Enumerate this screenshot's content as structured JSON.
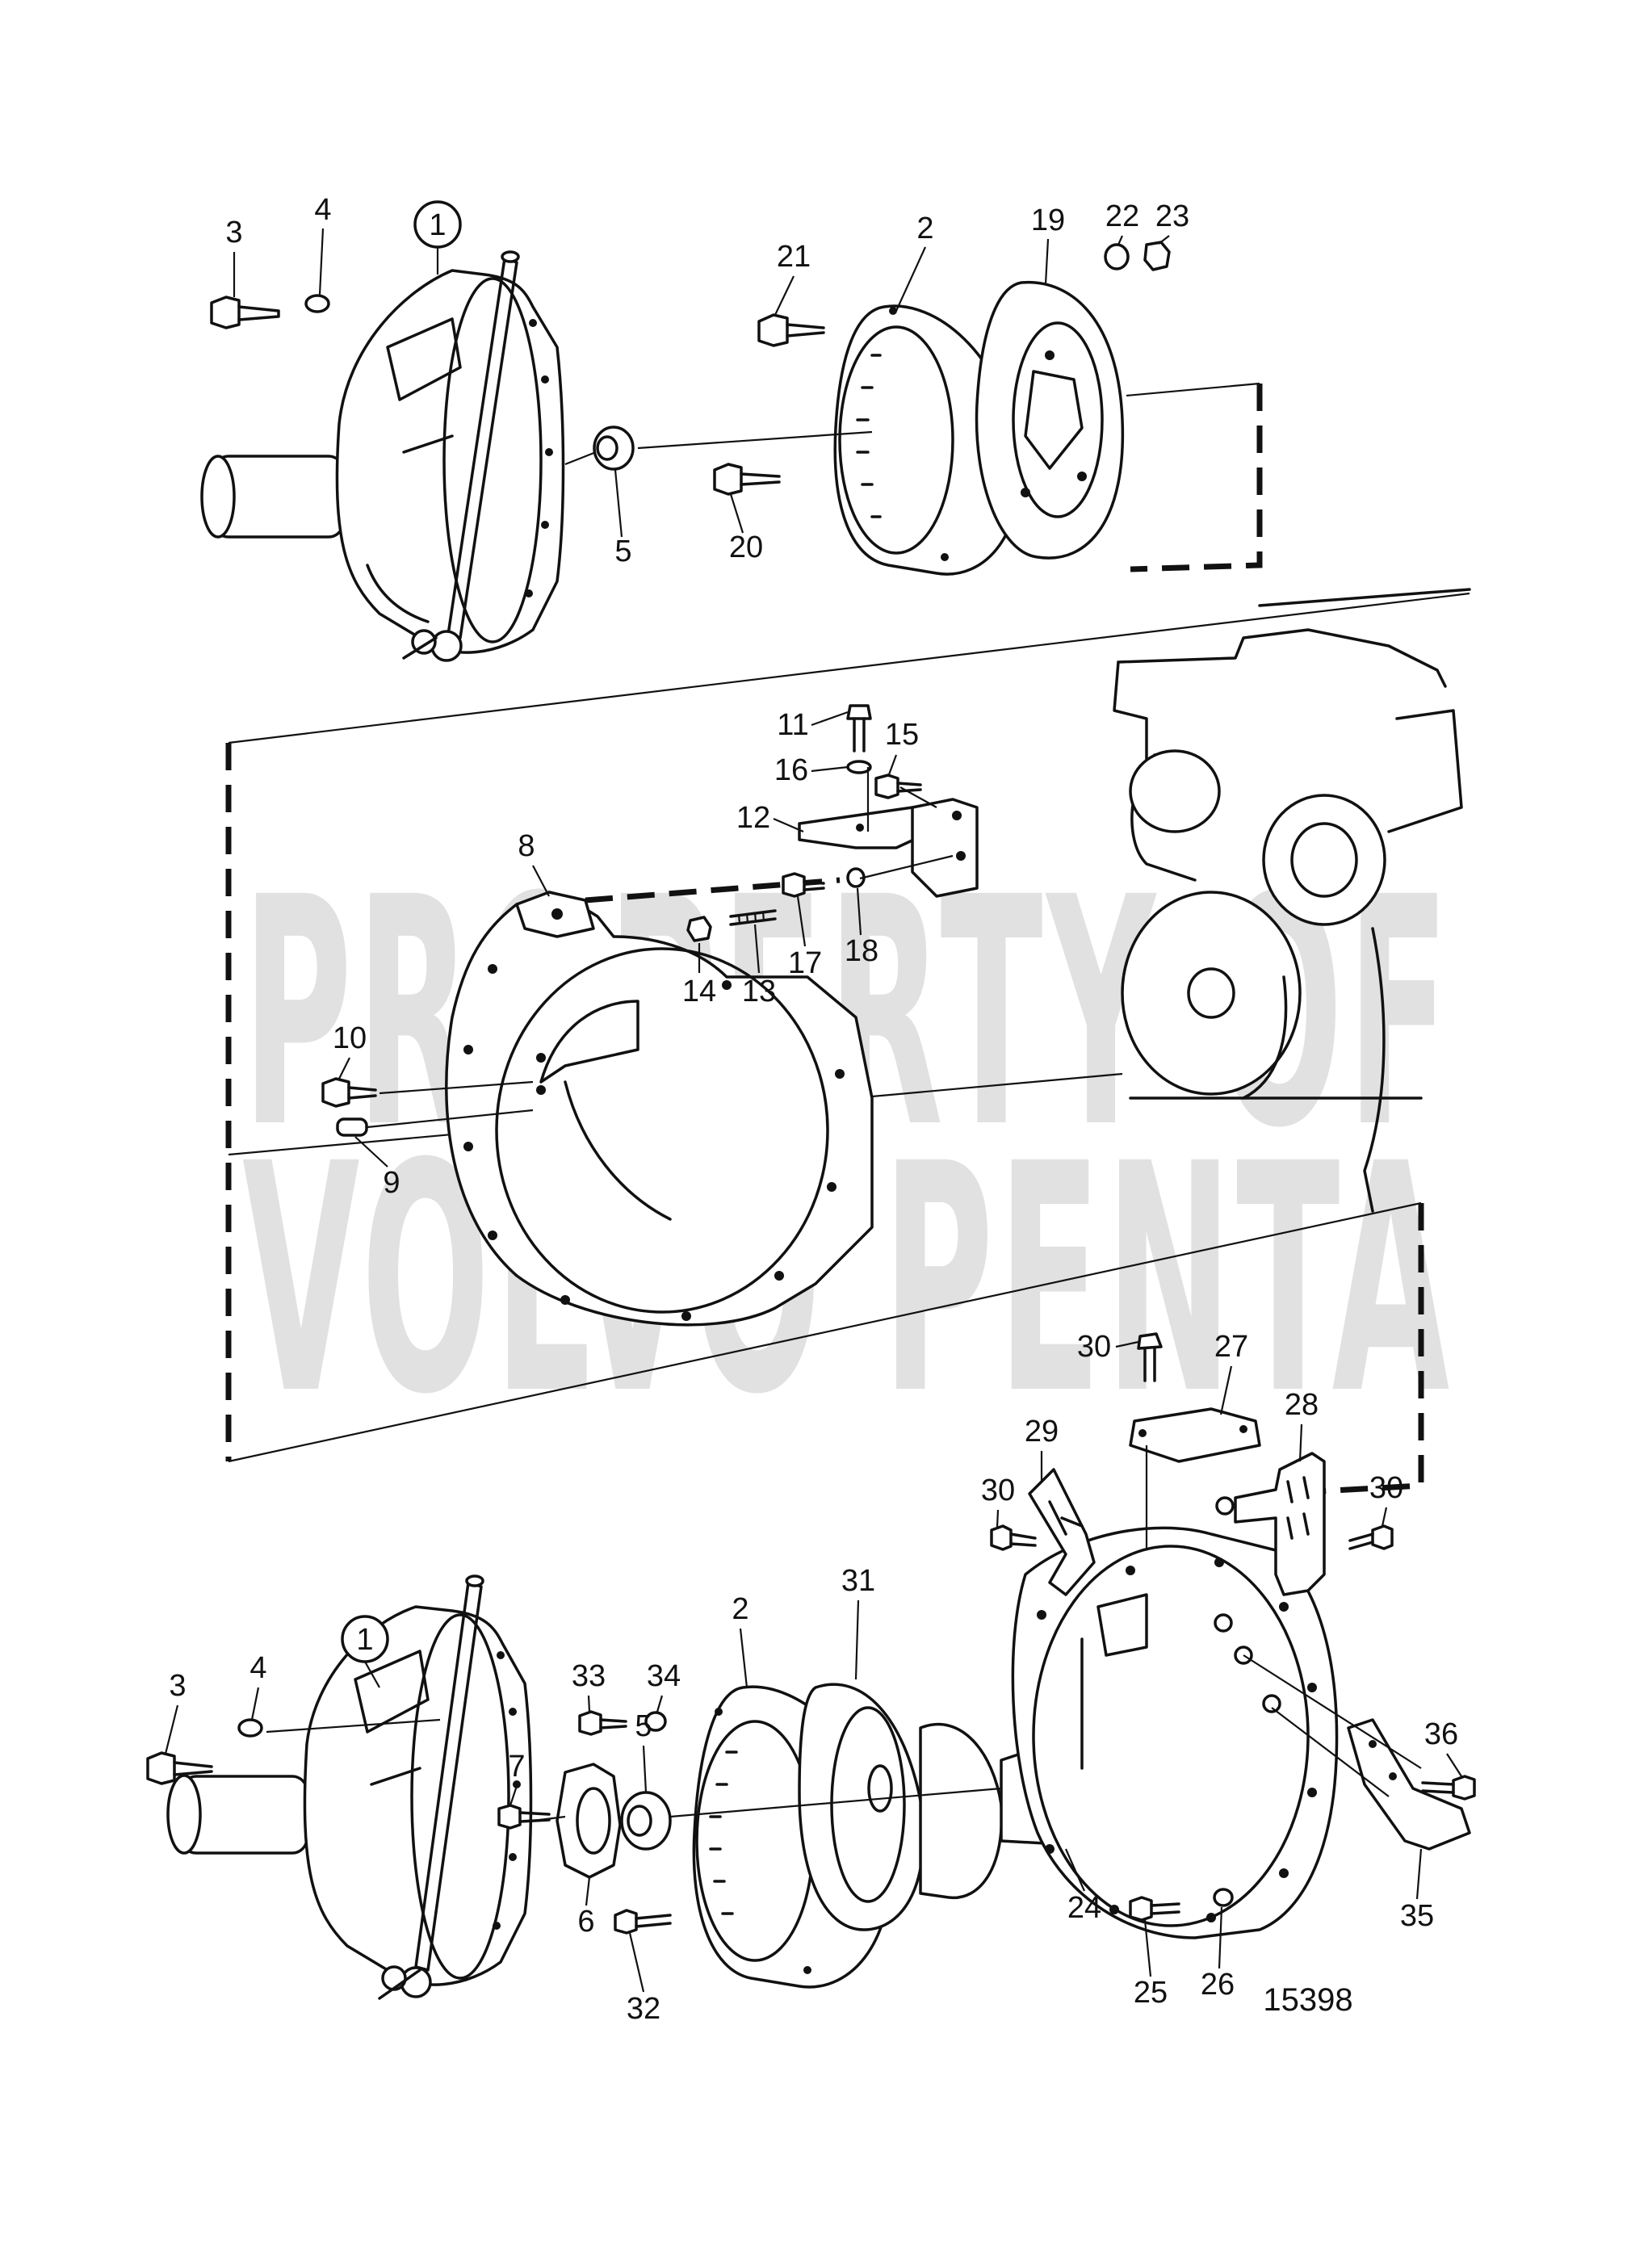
{
  "figure_number": "15398",
  "watermark": {
    "line1": "PROPERTY OF",
    "line2": "VOLVO PENTA"
  },
  "callouts": {
    "top_1": "1",
    "top_2": "2",
    "top_3": "3",
    "top_4": "4",
    "top_5": "5",
    "top_19": "19",
    "top_20": "20",
    "top_21": "21",
    "top_22": "22",
    "top_23": "23",
    "mid_8": "8",
    "mid_9": "9",
    "mid_10": "10",
    "mid_11": "11",
    "mid_12": "12",
    "mid_13": "13",
    "mid_14": "14",
    "mid_15": "15",
    "mid_16": "16",
    "mid_17": "17",
    "mid_18": "18",
    "bot_1": "1",
    "bot_2": "2",
    "bot_3": "3",
    "bot_4": "4",
    "bot_5": "5",
    "bot_6": "6",
    "bot_7": "7",
    "bot_24": "24",
    "bot_25": "25",
    "bot_26": "26",
    "bot_27": "27",
    "bot_28": "28",
    "bot_29": "29",
    "bot_30a": "30",
    "bot_30b": "30",
    "bot_30c": "30",
    "bot_31": "31",
    "bot_32": "32",
    "bot_33": "33",
    "bot_34": "34",
    "bot_35": "35",
    "bot_36": "36"
  }
}
